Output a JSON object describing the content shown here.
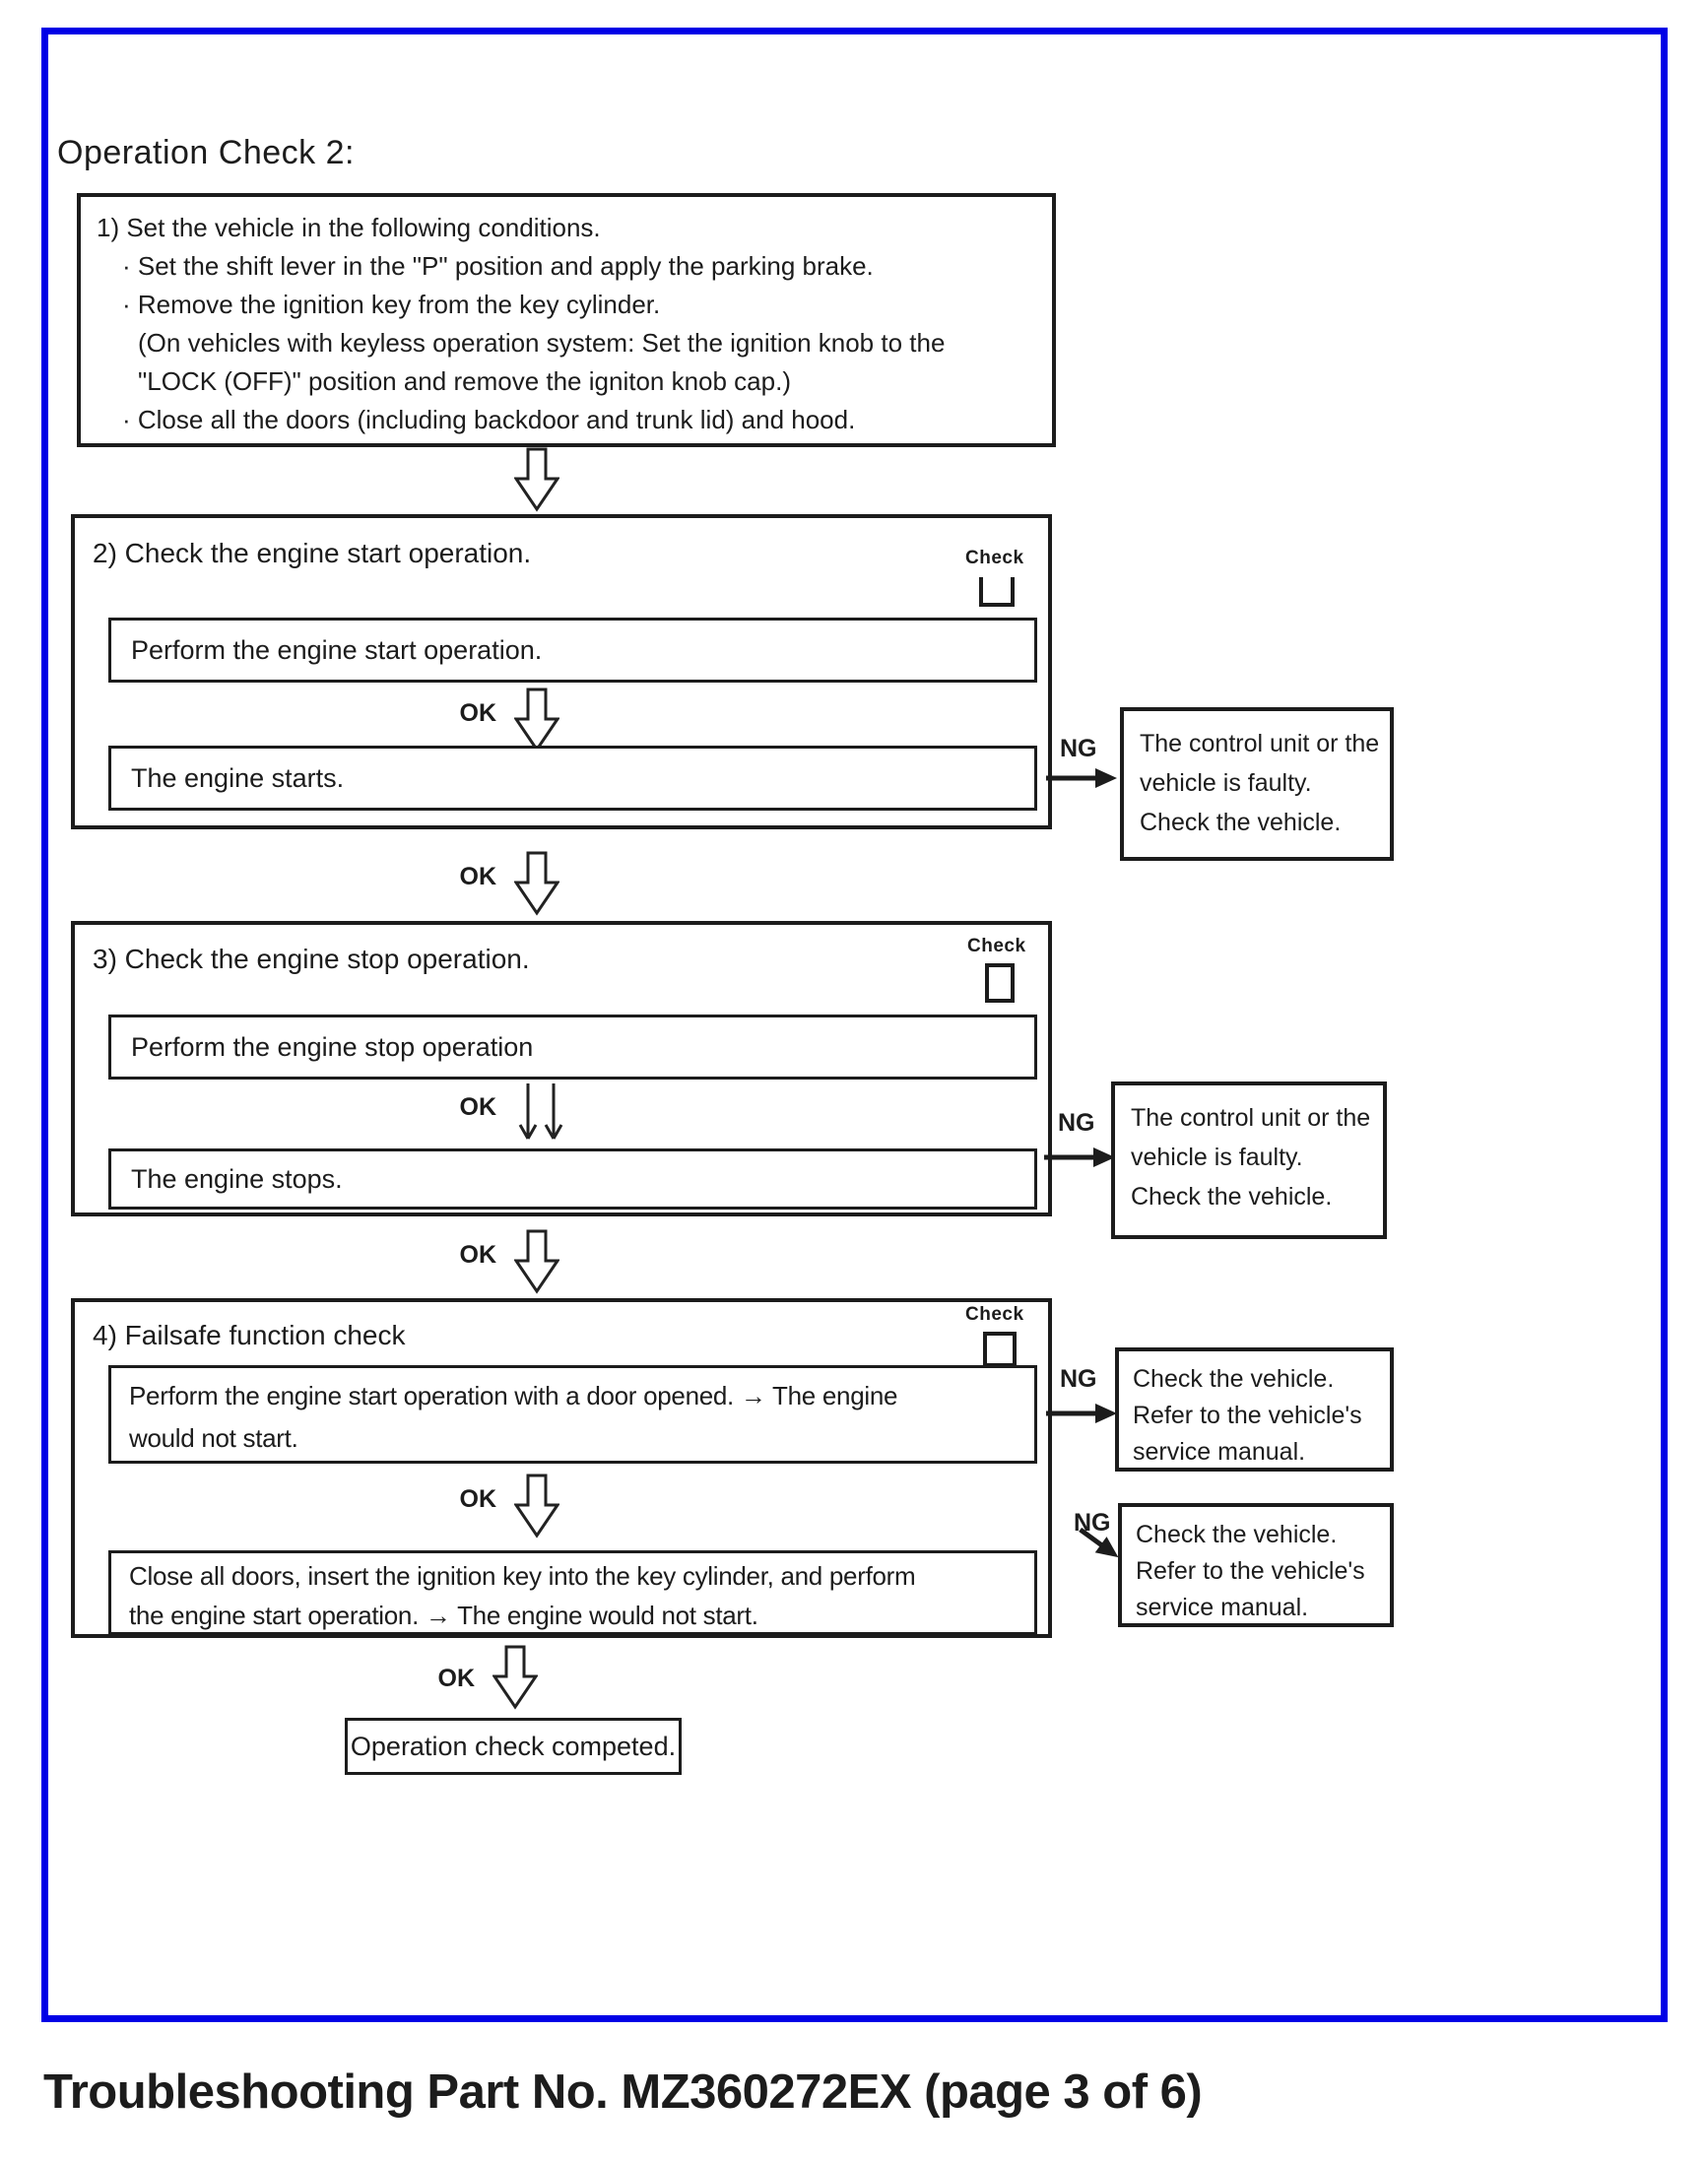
{
  "page": {
    "title": "Operation Check 2:",
    "footer": "Troubleshooting Part No. MZ360272EX (page 3 of 6)"
  },
  "colors": {
    "frame_blue": "#0000e6",
    "ink": "#1c1c1c"
  },
  "labels": {
    "ok": "OK",
    "ng": "NG",
    "check": "Check"
  },
  "step1": {
    "lines": [
      "1) Set the vehicle in the following conditions.",
      "· Set the shift lever in the \"P\" position and apply the parking brake.",
      "· Remove the ignition key from the key cylinder.",
      "(On vehicles with keyless operation system: Set the ignition knob to the",
      "\"LOCK (OFF)\" position and remove the igniton knob cap.)",
      "· Close all the doors (including backdoor and trunk lid) and hood."
    ]
  },
  "step2": {
    "heading": "2) Check the engine start operation.",
    "action": "Perform the engine start operation.",
    "result": "The engine starts.",
    "ng_box": {
      "lines": [
        "The control unit or the",
        "vehicle is faulty.",
        "Check the vehicle."
      ]
    }
  },
  "step3": {
    "heading": "3) Check the engine stop operation.",
    "action": "Perform the engine stop operation",
    "result": "The engine stops.",
    "ng_box": {
      "lines": [
        "The control unit or the",
        "vehicle is faulty.",
        "Check the vehicle."
      ]
    }
  },
  "step4": {
    "heading": "4) Failsafe function check",
    "action1": {
      "lines": [
        "Perform the engine start operation with a door opened. → The engine",
        "would not start."
      ]
    },
    "action2": {
      "lines": [
        "Close all doors, insert the ignition key into the key cylinder, and perform",
        "the engine start operation. → The engine would not start."
      ]
    },
    "ng_box1": {
      "lines": [
        "Check the vehicle.",
        "Refer to the vehicle's",
        "service manual."
      ]
    },
    "ng_box2": {
      "lines": [
        "Check the vehicle.",
        "Refer to the vehicle's",
        "service manual."
      ]
    }
  },
  "final": {
    "text": "Operation check competed."
  }
}
